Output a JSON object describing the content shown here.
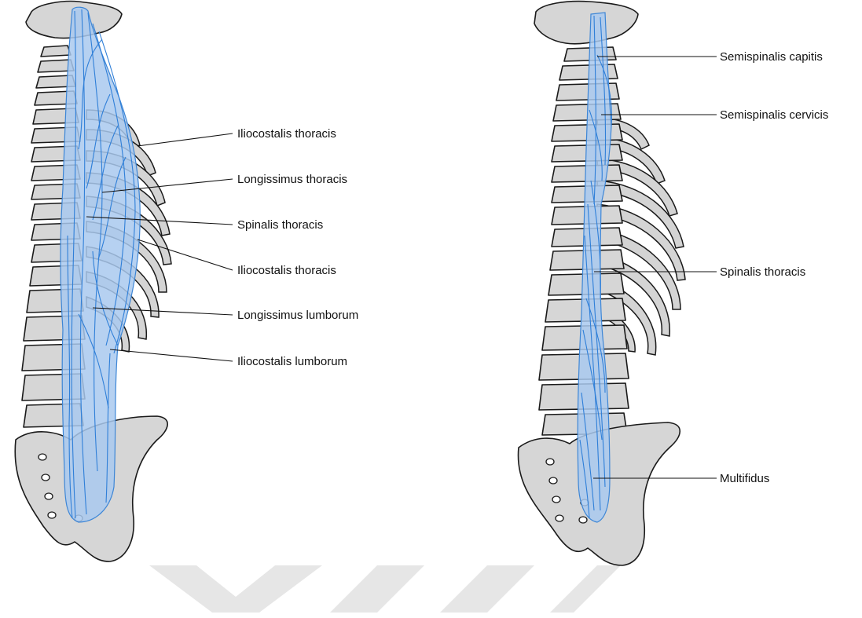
{
  "diagram": {
    "colors": {
      "bone": "#d6d6d6",
      "outline": "#1a1a1a",
      "muscle": "#a9c9ee",
      "fiber": "#2f7fd8",
      "watermark": "#e6e6e6"
    },
    "left_panel": {
      "labels": [
        "Iliocostalis thoracis",
        "Longissimus thoracis",
        "Spinalis thoracis",
        "Iliocostalis thoracis",
        "Longissimus lumborum",
        "Iliocostalis lumborum"
      ]
    },
    "right_panel": {
      "labels": [
        "Semispinalis capitis",
        "Semispinalis cervicis",
        "Spinalis thoracis",
        "Multifidus"
      ]
    }
  }
}
